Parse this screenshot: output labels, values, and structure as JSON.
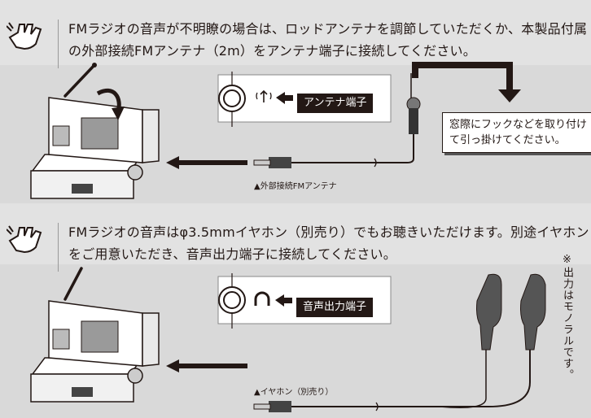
{
  "notes": [
    {
      "text": "FMラジオの音声が不明瞭の場合は、ロッドアンテナを調節していただくか、本製品付属の外部接続FMアンテナ（2m）をアンテナ端子に接続してください。"
    },
    {
      "text": "FMラジオの音声はφ3.5mmイヤホン（別売り）でもお聴きいただけます。別途イヤホンをご用意いただき、音声出力端子に接続してください。"
    }
  ],
  "antenna_panel": {
    "terminal_label": "アンテナ端子",
    "caption": "▲外部接続FMアンテナ",
    "hang_note": "窓際にフックなどを取り付けて引っ掛けてください。"
  },
  "earphone_panel": {
    "terminal_label": "音声出力端子",
    "caption": "▲イヤホン（別売り）",
    "mono_note": "※出力はモノラルです。"
  },
  "icons": [
    "hand-pointing-icon",
    "antenna-signal-icon",
    "headphone-icon",
    "arrow-left-icon",
    "arrow-down-icon"
  ],
  "colors": {
    "background": "#e2e2e2",
    "panel_white": "#ffffff",
    "ink": "#231815",
    "chip": "#231815"
  }
}
